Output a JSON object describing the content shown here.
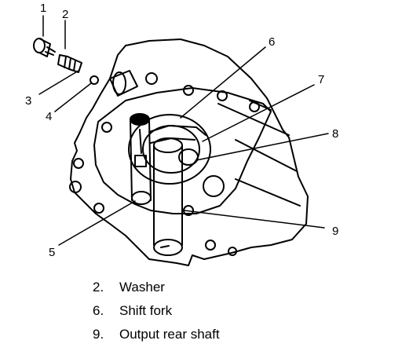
{
  "callouts": [
    "1",
    "2",
    "3",
    "4",
    "5",
    "6",
    "7",
    "8",
    "9"
  ],
  "legend": [
    {
      "num": "2.",
      "text": "Washer"
    },
    {
      "num": "6.",
      "text": "Shift fork"
    },
    {
      "num": "9.",
      "text": "Output rear shaft"
    }
  ]
}
